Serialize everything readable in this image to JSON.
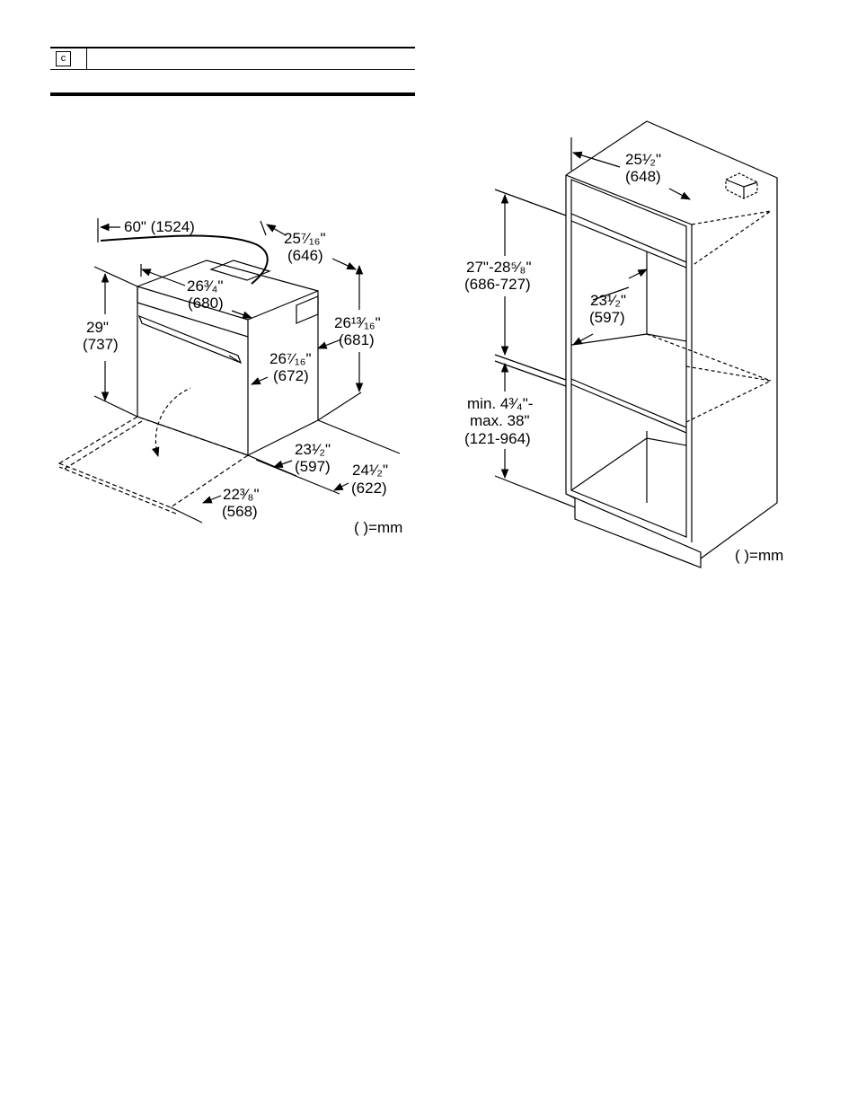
{
  "header": {
    "marker": "c"
  },
  "oven_diagram": {
    "cord_length": "60\" (1524)",
    "top_depth_in": "25⁷⁄₁₆\"",
    "top_depth_mm": "(646)",
    "front_width_in": "26³⁄₄\"",
    "front_width_mm": "(680)",
    "height_in": "29\"",
    "height_mm": "(737)",
    "overall_depth_in": "26¹³⁄₁₆\"",
    "overall_depth_mm": "(681)",
    "body_depth_in": "26⁷⁄₁₆\"",
    "body_depth_mm": "(672)",
    "body_width_in": "23¹⁄₂\"",
    "body_width_mm": "(597)",
    "door_depth_in": "22³⁄₈\"",
    "door_depth_mm": "(568)",
    "side_depth_in": "24¹⁄₂\"",
    "side_depth_mm": "(622)",
    "units": "( )=mm"
  },
  "cabinet_diagram": {
    "depth_in": "25¹⁄₂\"",
    "depth_mm": "(648)",
    "cutout_height_in": "27\"-28⁵⁄₈\"",
    "cutout_height_mm": "(686-727)",
    "width_in": "23¹⁄₂\"",
    "width_mm": "(597)",
    "floor_min": "min. 4³⁄₄\"-",
    "floor_max": "max. 38\"",
    "floor_mm": "(121-964)",
    "units": "( )=mm"
  }
}
